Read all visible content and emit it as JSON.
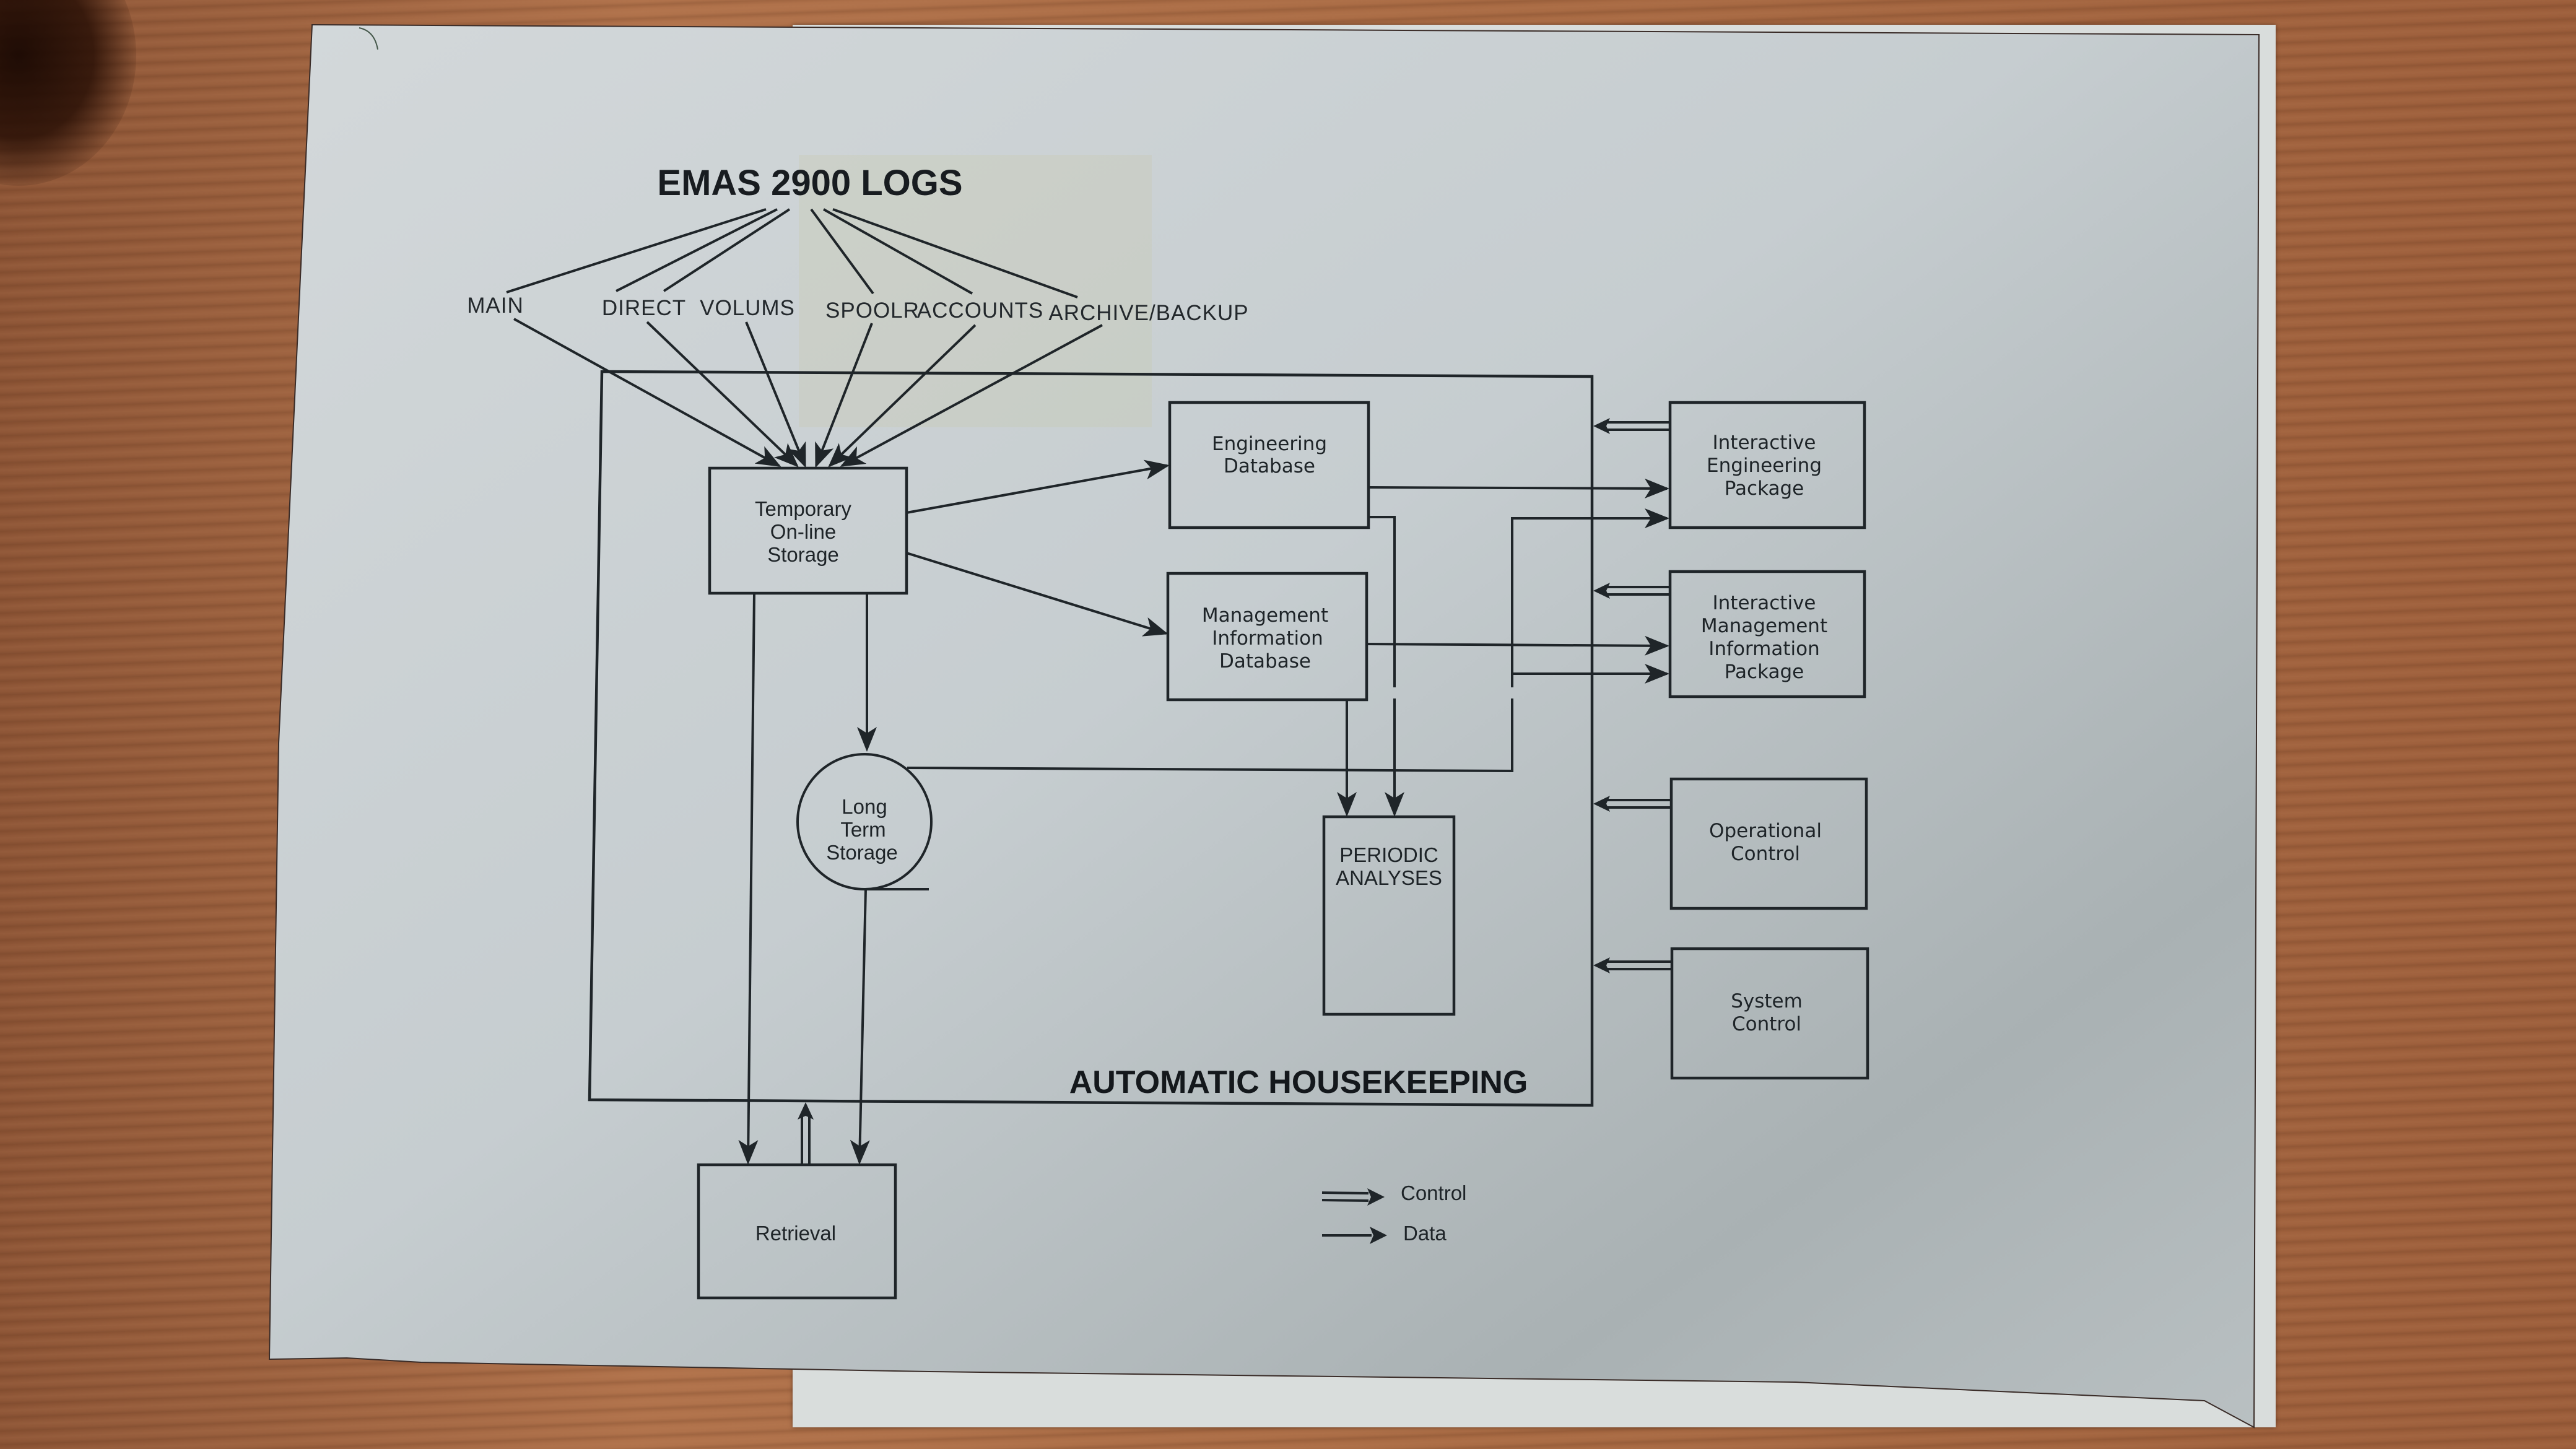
{
  "diagram": {
    "title": "EMAS 2900 LOGS",
    "sources": [
      {
        "id": "main",
        "label": "MAIN"
      },
      {
        "id": "direct",
        "label": "DIRECT"
      },
      {
        "id": "volums",
        "label": "VOLUMS"
      },
      {
        "id": "spoolr",
        "label": "SPOOLR"
      },
      {
        "id": "accounts",
        "label": "ACCOUNTS"
      },
      {
        "id": "archive",
        "label": "ARCHIVE/BACKUP"
      }
    ],
    "region_label": "AUTOMATIC HOUSEKEEPING",
    "nodes": {
      "temporary_storage": {
        "lines": [
          "Temporary",
          "On-line",
          "Storage"
        ]
      },
      "engineering_db": {
        "lines": [
          "Engineering",
          "Database"
        ]
      },
      "management_db": {
        "lines": [
          "Management",
          "Information",
          "Database"
        ]
      },
      "long_term_storage": {
        "lines": [
          "Long",
          "Term",
          "Storage"
        ]
      },
      "periodic_analyses": {
        "lines": [
          "PERIODIC",
          "ANALYSES"
        ]
      },
      "retrieval": {
        "lines": [
          "Retrieval"
        ]
      },
      "interactive_engineering": {
        "lines": [
          "Interactive",
          "Engineering",
          "Package"
        ]
      },
      "interactive_management": {
        "lines": [
          "Interactive",
          "Management",
          "Information",
          "Package"
        ]
      },
      "operational_control": {
        "lines": [
          "Operational",
          "Control"
        ]
      },
      "system_control": {
        "lines": [
          "System",
          "Control"
        ]
      }
    },
    "edges": [
      {
        "from": "main",
        "to": "temporary_storage",
        "type": "data"
      },
      {
        "from": "direct",
        "to": "temporary_storage",
        "type": "data"
      },
      {
        "from": "volums",
        "to": "temporary_storage",
        "type": "data"
      },
      {
        "from": "spoolr",
        "to": "temporary_storage",
        "type": "data"
      },
      {
        "from": "accounts",
        "to": "temporary_storage",
        "type": "data"
      },
      {
        "from": "archive",
        "to": "temporary_storage",
        "type": "data"
      },
      {
        "from": "temporary_storage",
        "to": "engineering_db",
        "type": "data"
      },
      {
        "from": "temporary_storage",
        "to": "management_db",
        "type": "data"
      },
      {
        "from": "temporary_storage",
        "to": "long_term_storage",
        "type": "data"
      },
      {
        "from": "temporary_storage",
        "to": "retrieval",
        "type": "data"
      },
      {
        "from": "long_term_storage",
        "to": "retrieval",
        "type": "data"
      },
      {
        "from": "long_term_storage",
        "to": "interactive_engineering",
        "type": "data"
      },
      {
        "from": "long_term_storage",
        "to": "interactive_management",
        "type": "data"
      },
      {
        "from": "engineering_db",
        "to": "interactive_engineering",
        "type": "data"
      },
      {
        "from": "engineering_db",
        "to": "periodic_analyses",
        "type": "data"
      },
      {
        "from": "management_db",
        "to": "interactive_management",
        "type": "data"
      },
      {
        "from": "management_db",
        "to": "periodic_analyses",
        "type": "data"
      },
      {
        "from": "retrieval",
        "to": "automatic_housekeeping",
        "type": "control"
      },
      {
        "from": "interactive_engineering",
        "to": "automatic_housekeeping",
        "type": "control"
      },
      {
        "from": "interactive_management",
        "to": "automatic_housekeeping",
        "type": "control"
      },
      {
        "from": "operational_control",
        "to": "automatic_housekeeping",
        "type": "control"
      },
      {
        "from": "system_control",
        "to": "automatic_housekeeping",
        "type": "control"
      }
    ],
    "legend": [
      {
        "symbol": "double-arrow",
        "label": "Control"
      },
      {
        "symbol": "single-arrow",
        "label": "Data"
      }
    ]
  },
  "colors": {
    "ink": "#1f2529",
    "paper": "#c9d0d3",
    "desk": "#a86a45"
  }
}
